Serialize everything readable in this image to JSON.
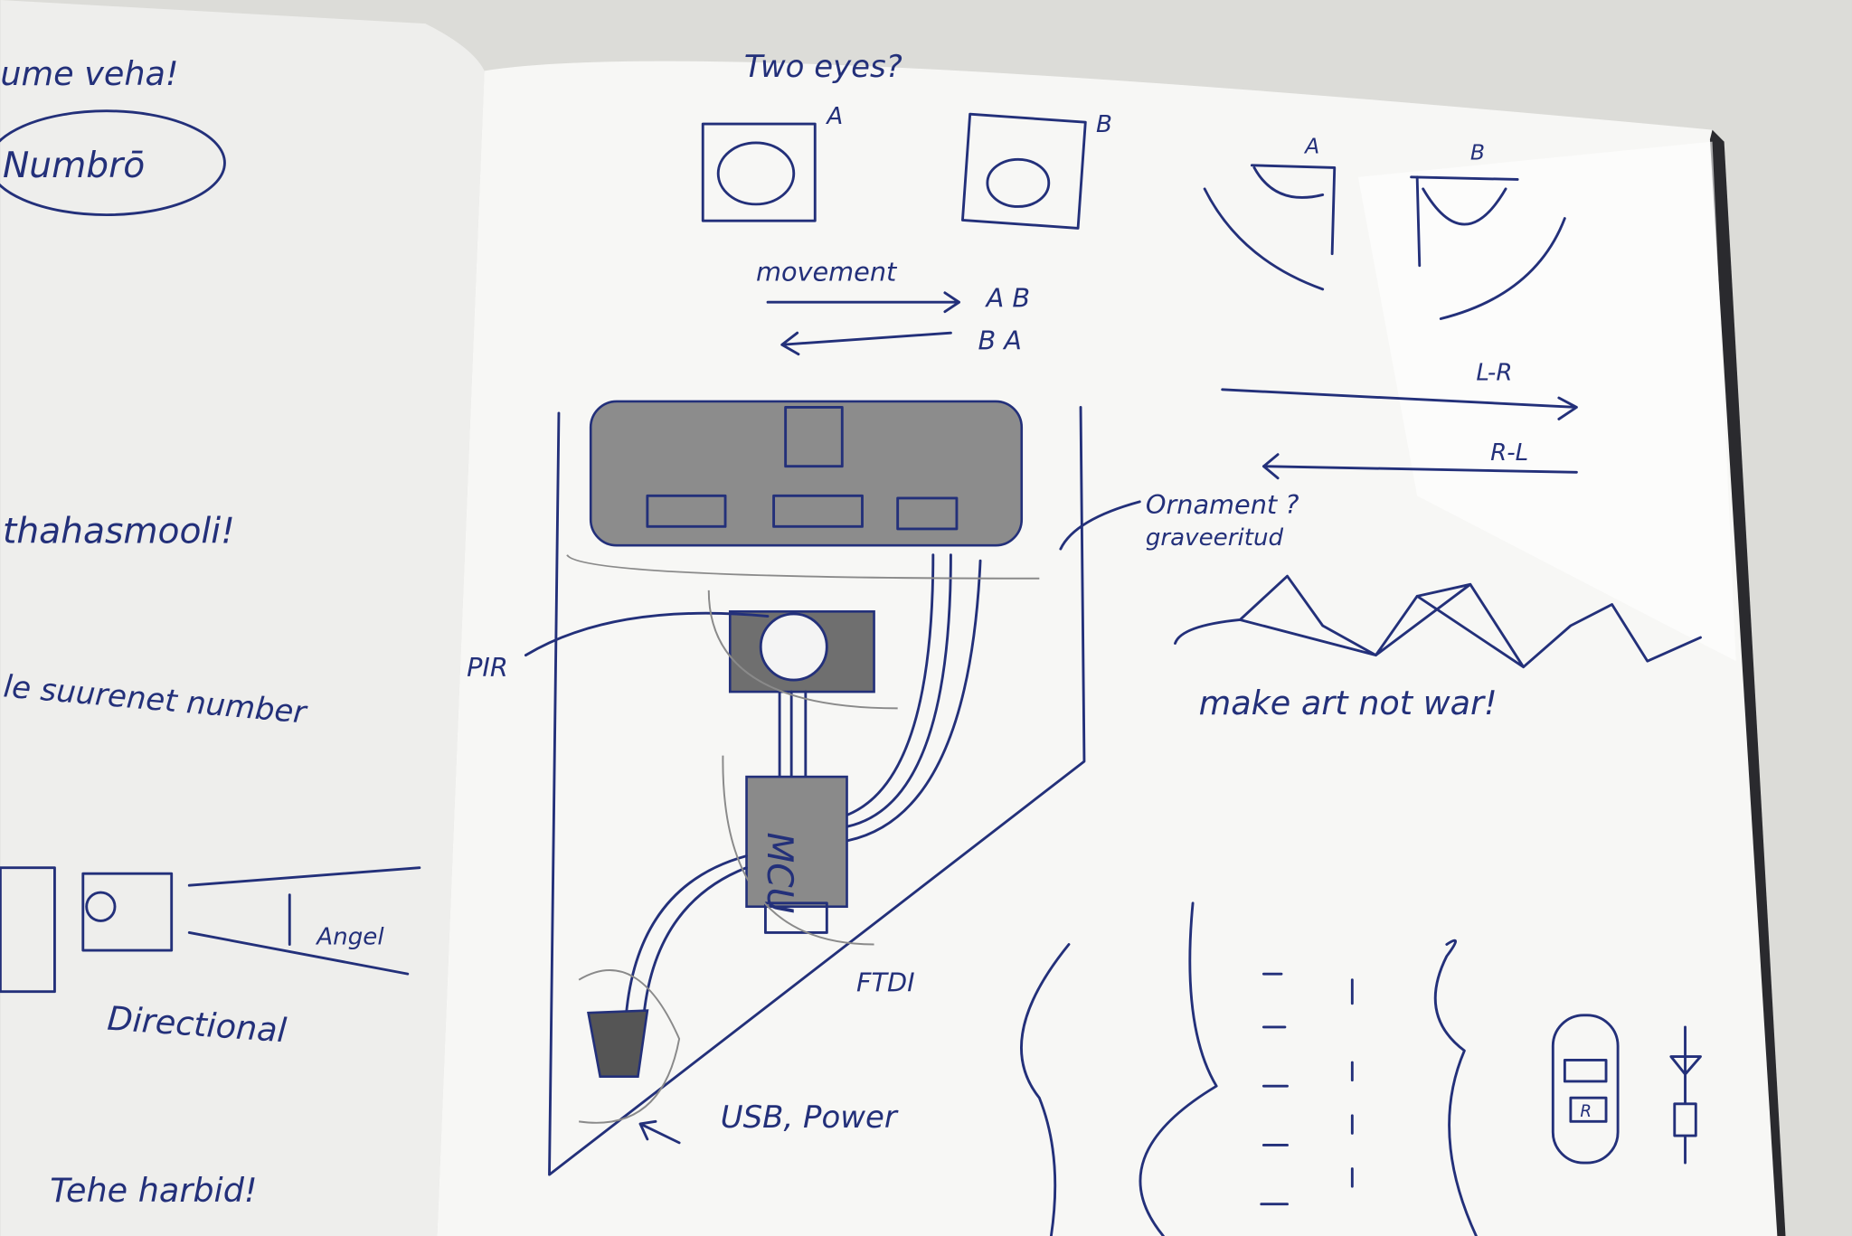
{
  "left_page": {
    "top_note": "ume veha!",
    "bubble_word": "Numbrō",
    "note_1": "thahasmooli!",
    "note_2": "le suurenet number",
    "angle_label": "Angel",
    "directional_label": "Directional",
    "bottom_note": "Tehe harbid!"
  },
  "right_page": {
    "title": "Two eyes?",
    "eye_a_label": "A",
    "eye_b_label": "B",
    "movement_label": "movement",
    "movement_ab": "A B",
    "movement_ba": "B A",
    "side_a_label": "A",
    "side_b_label": "B",
    "lr_label": "L-R",
    "rl_label": "R-L",
    "ornament_label": "Ornament ?",
    "engraved_label": "graveeritud",
    "slogan": "make art not war!",
    "pir_label": "PIR",
    "mcu_label": "MCU",
    "ftdi_label": "FTDI",
    "usb_label": "USB, Power",
    "component_label": "R"
  },
  "colors": {
    "ink": "#23307a",
    "paper": "#f6f6f4",
    "background": "#d9d9d6"
  }
}
